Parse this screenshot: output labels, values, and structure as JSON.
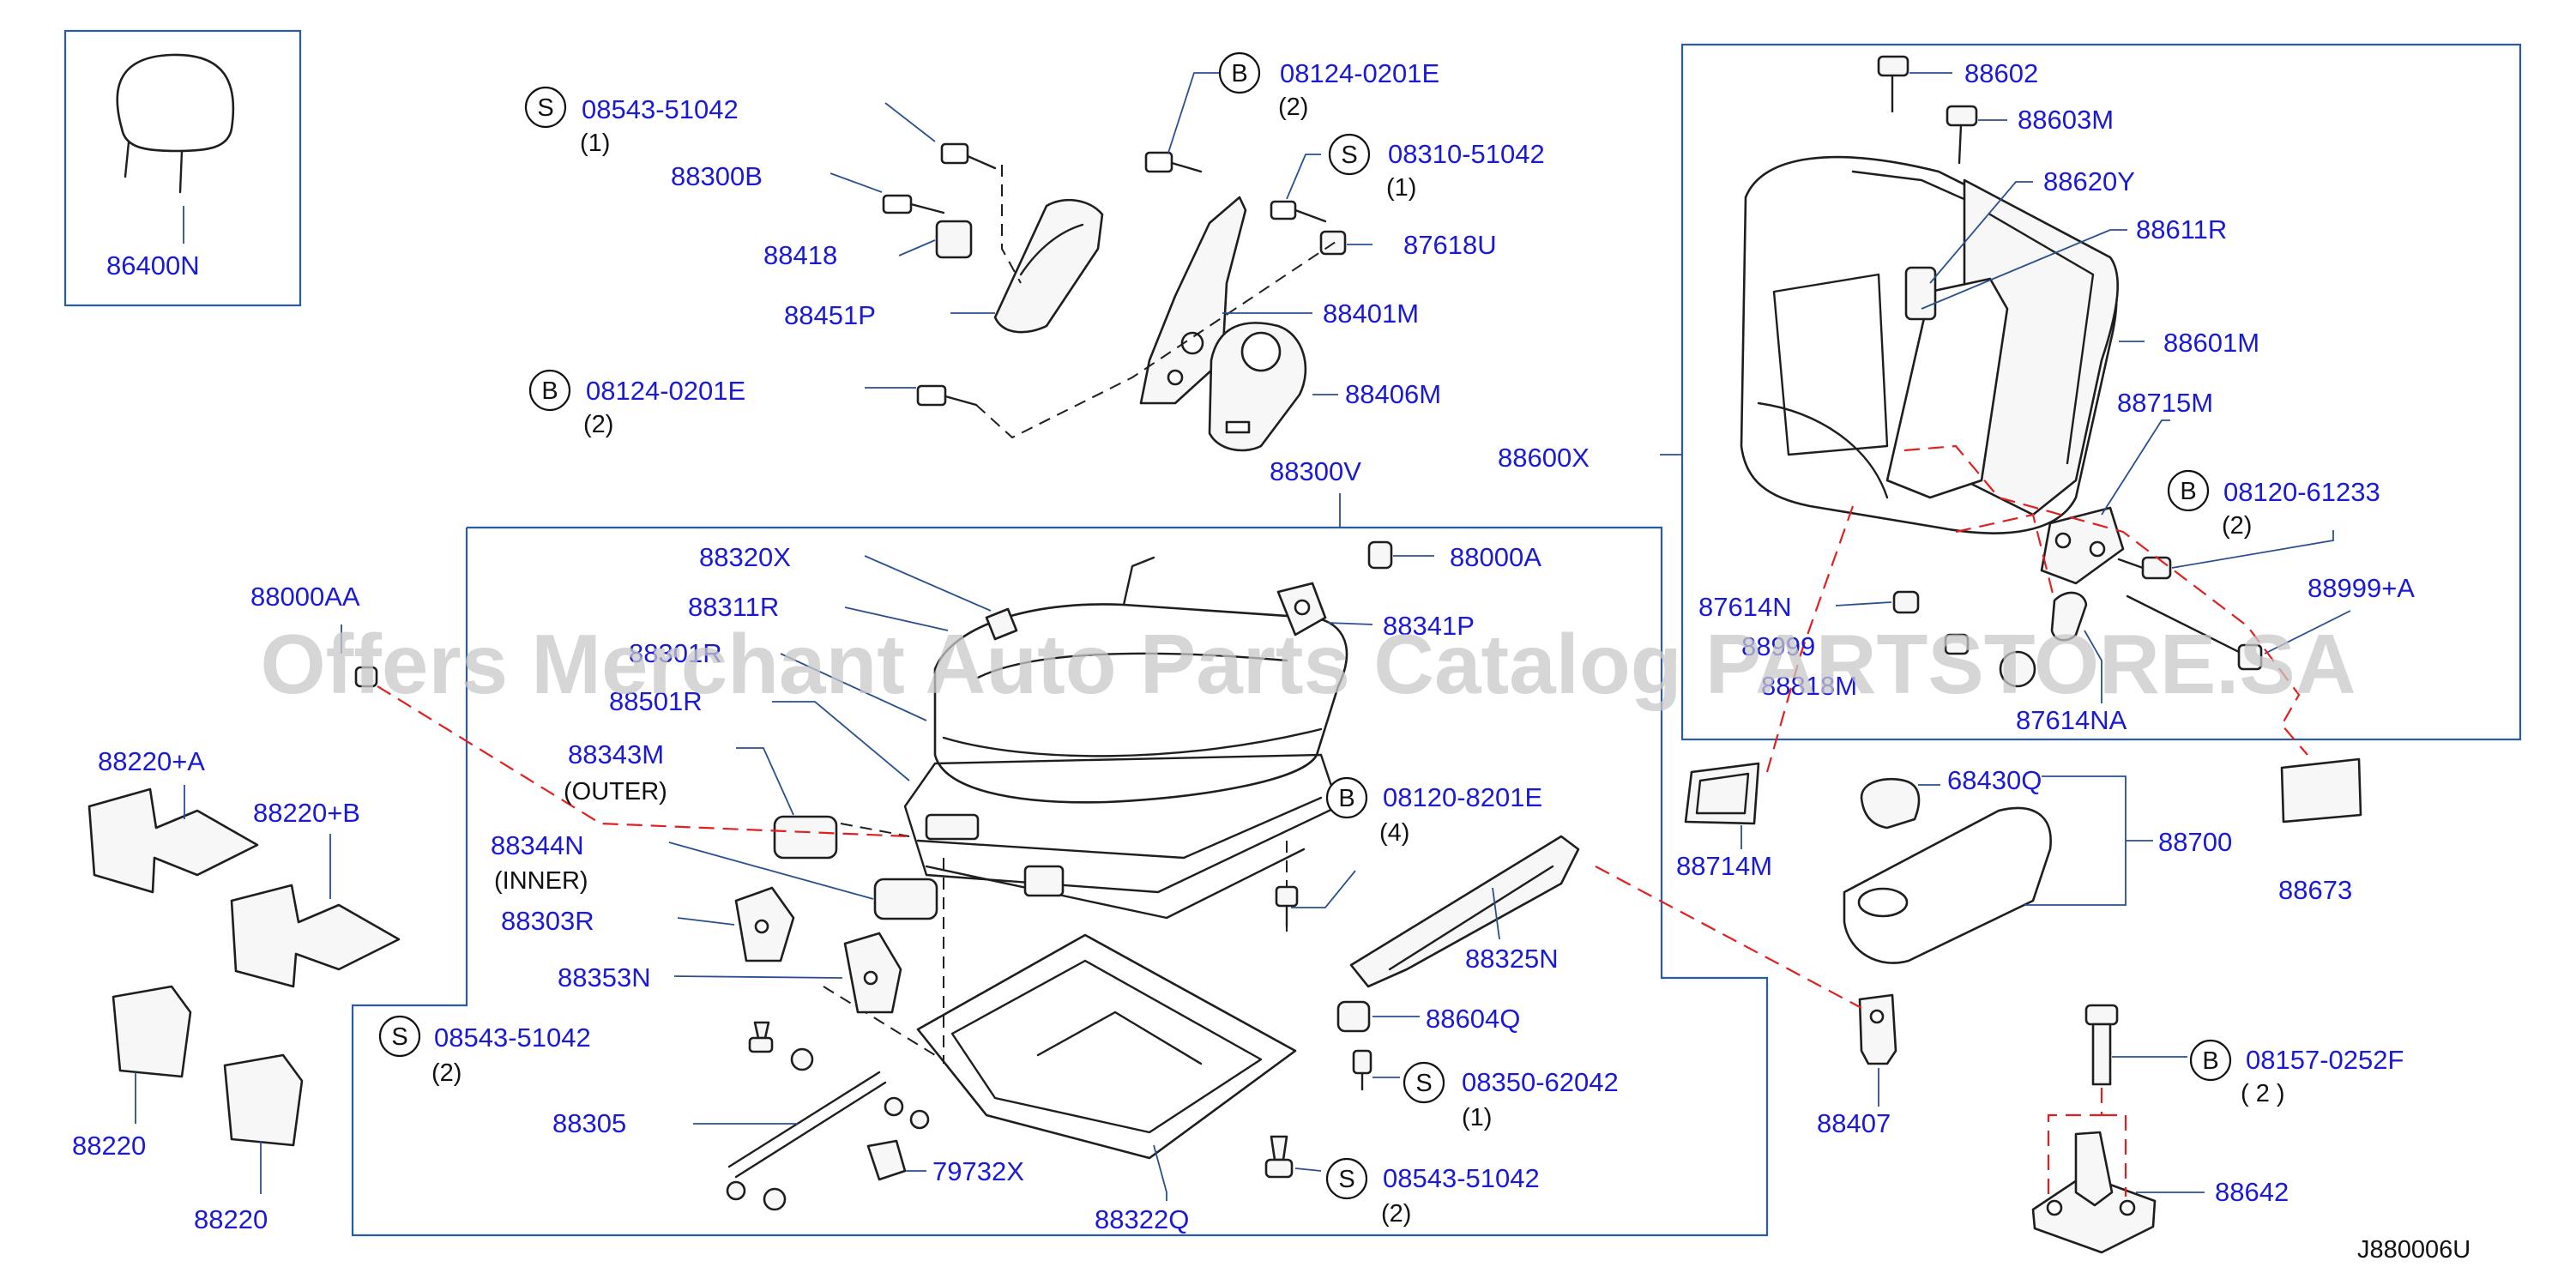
{
  "diagram_code": "J880006U",
  "watermark": "Offers Merchant Auto Parts Catalog PARTSTORE.SA",
  "parts": {
    "p86400N": "86400N",
    "p08543_51042_a": "08543-51042",
    "p08543_51042_a_qty": "(1)",
    "p88300B": "88300B",
    "p88418": "88418",
    "p88451P": "88451P",
    "p08124_0201E_a": "08124-0201E",
    "p08124_0201E_a_qty": "(2)",
    "p08124_0201E_b": "08124-0201E",
    "p08124_0201E_b_qty": "(2)",
    "p08310_51042": "08310-51042",
    "p08310_51042_qty": "(1)",
    "p87618U": "87618U",
    "p88401M": "88401M",
    "p88406M": "88406M",
    "p88300V": "88300V",
    "p88320X": "88320X",
    "p88000A": "88000A",
    "p88311R": "88311R",
    "p88301R": "88301R",
    "p88341P": "88341P",
    "p88501R": "88501R",
    "p88000AA": "88000AA",
    "p88343M": "88343M",
    "p88343M_note": "(OUTER)",
    "p88344N": "88344N",
    "p88344N_note": "(INNER)",
    "p08120_8201E": "08120-8201E",
    "p08120_8201E_qty": "(4)",
    "p88220A": "88220+A",
    "p88220B": "88220+B",
    "p88303R": "88303R",
    "p88353N": "88353N",
    "p08543_51042_b": "08543-51042",
    "p08543_51042_b_qty": "(2)",
    "p88305": "88305",
    "p79732X": "79732X",
    "p88322Q": "88322Q",
    "p88325N": "88325N",
    "p88604Q": "88604Q",
    "p08350_62042": "08350-62042",
    "p08350_62042_qty": "(1)",
    "p08543_51042_c": "08543-51042",
    "p08543_51042_c_qty": "(2)",
    "p88220_a": "88220",
    "p88220_b": "88220",
    "p88602": "88602",
    "p88603M": "88603M",
    "p88620Y": "88620Y",
    "p88611R": "88611R",
    "p88601M": "88601M",
    "p88600X": "88600X",
    "p88715M": "88715M",
    "p08120_61233": "08120-61233",
    "p08120_61233_qty": "(2)",
    "p87614N": "87614N",
    "p88999A": "88999+A",
    "p88999": "88999",
    "p88818M": "88818M",
    "p87614NA": "87614NA",
    "p88714M": "88714M",
    "p68430Q": "68430Q",
    "p88700": "88700",
    "p88673": "88673",
    "p88407": "88407",
    "p08157_0252F": "08157-0252F",
    "p08157_0252F_qty": "( 2 )",
    "p88642": "88642"
  },
  "badges": {
    "s": "S",
    "b": "B"
  },
  "colors": {
    "part_number": "#1a1ad6",
    "frame": "#2a5aa8",
    "reference_dash": "#e02020",
    "watermark": "#c8c8c8"
  }
}
